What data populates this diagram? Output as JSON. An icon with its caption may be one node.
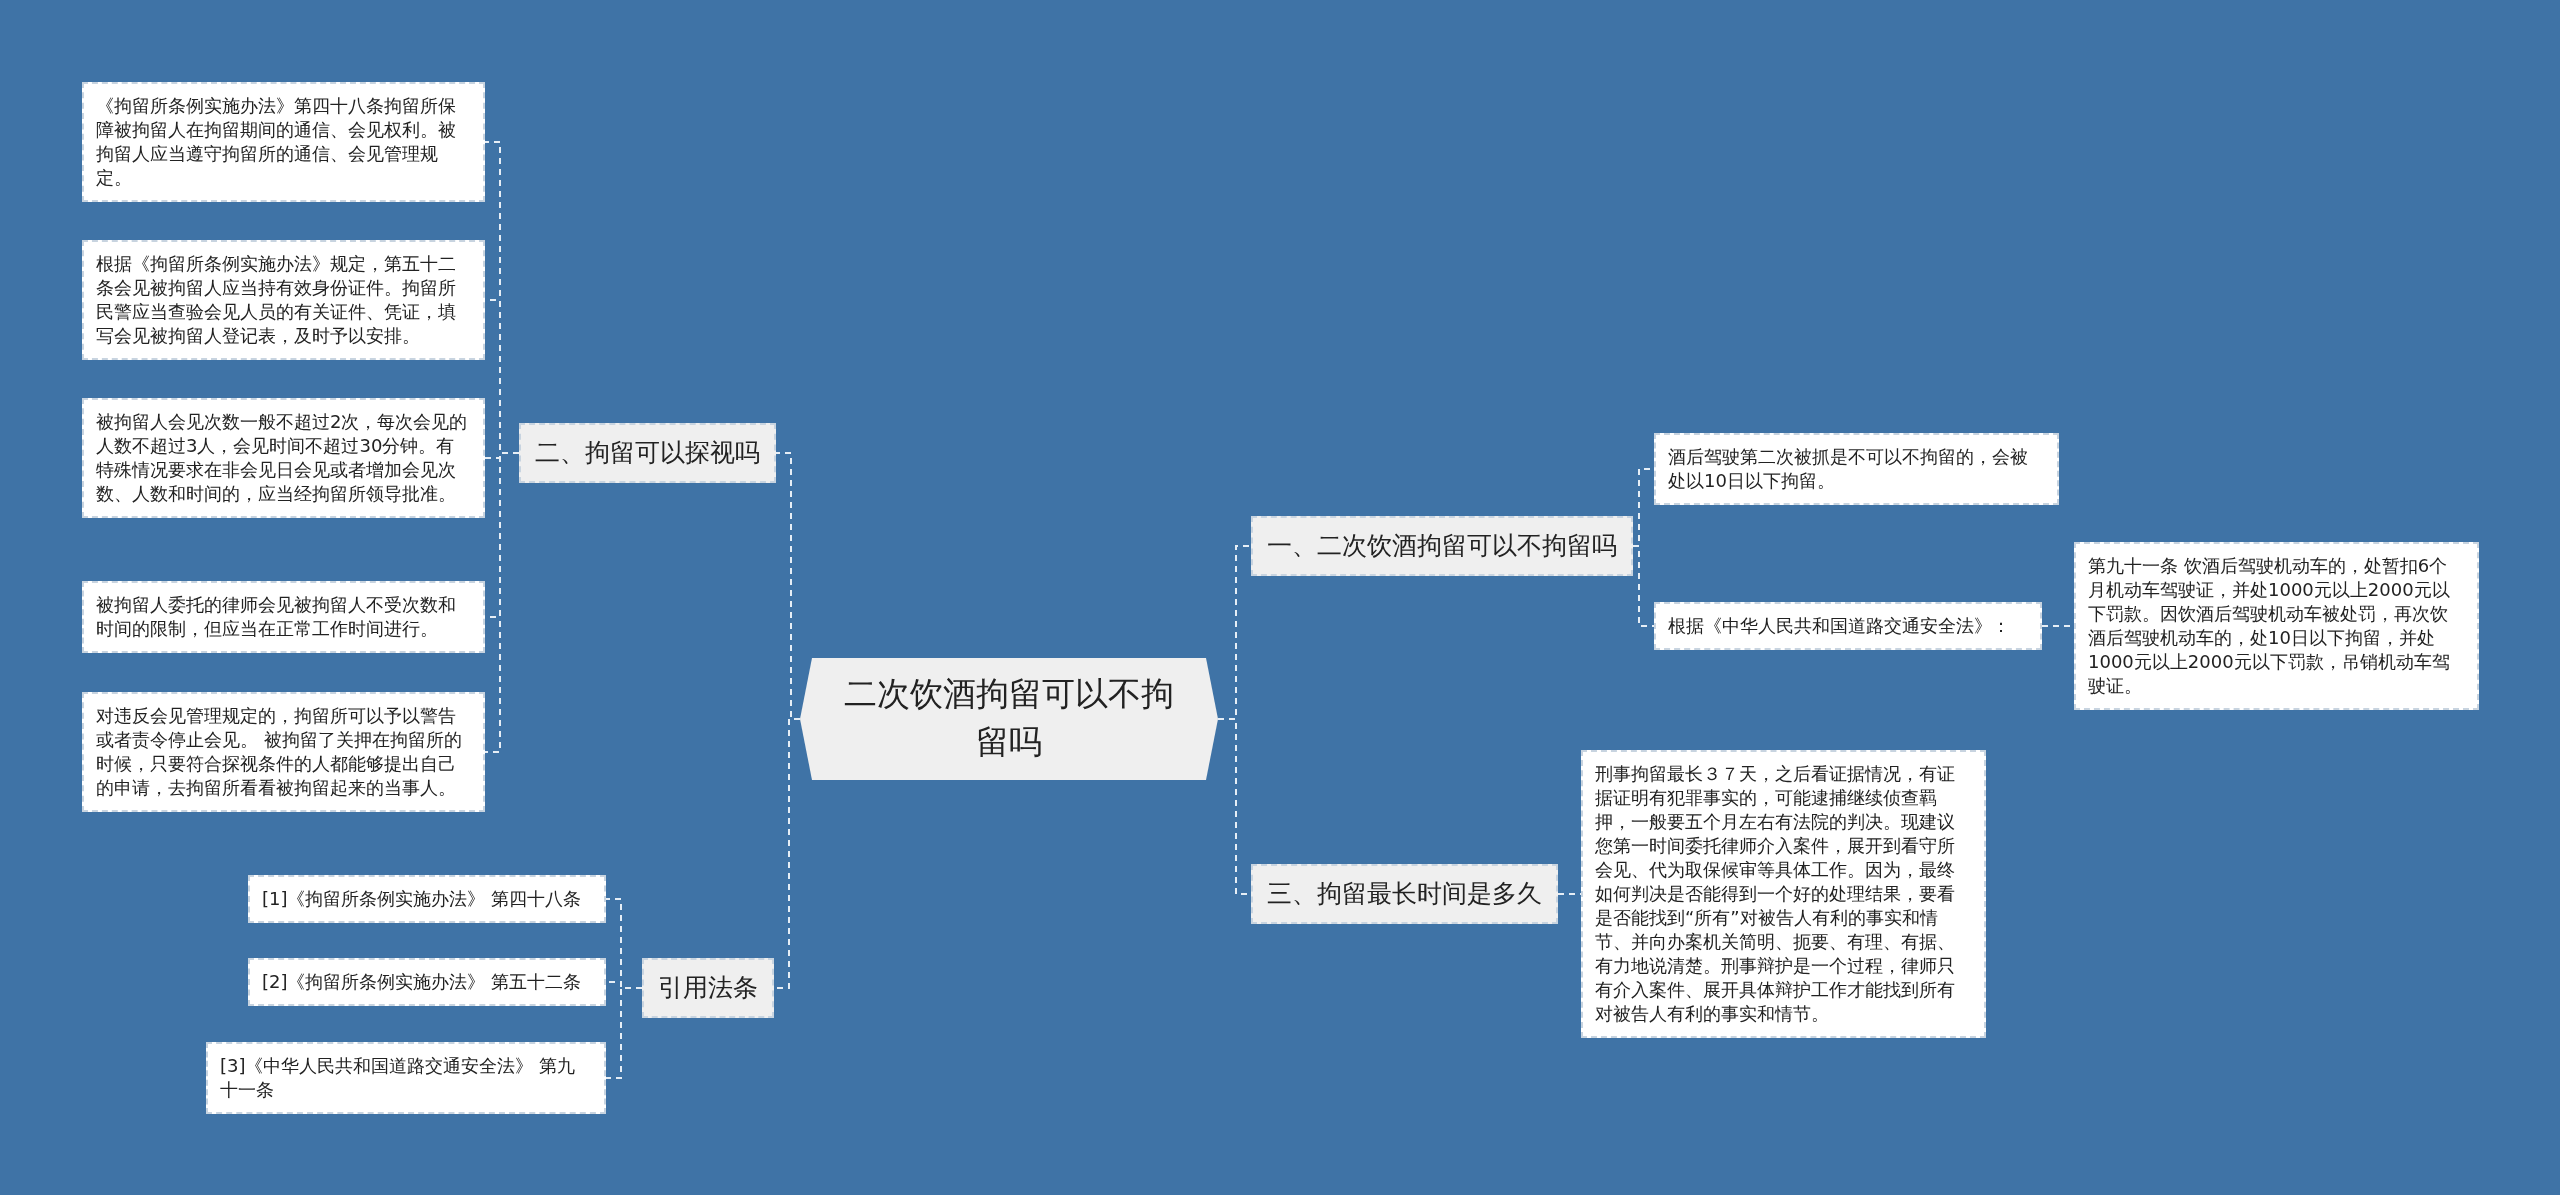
{
  "diagram": {
    "nodes": [
      {
        "text": [
          "二次饮酒拘留可以不拘留吗"
        ]
      },
      {
        "text": [
          "一、二次饮酒拘留可以不拘留吗"
        ]
      },
      {
        "text": [
          "酒后驾驶第二次被抓是不可以不拘留的，会被处以10日以下拘留。"
        ]
      },
      {
        "text": [
          "根据《中华人民共和国道路交通安全法》："
        ]
      },
      {
        "text": [
          "第九十一条 饮酒后驾驶机动车的，处暂扣6个月机动车驾驶证，并处1000元以上2000元以下罚款。因饮酒后驾驶机动车被处罚，再次饮酒后驾驶机动车的，处10日以下拘留，并处1000元以上2000元以下罚款，吊销机动车驾驶证。"
        ]
      },
      {
        "text": [
          "三、拘留最长时间是多久"
        ]
      },
      {
        "text": [
          "刑事拘留最长３７天，之后看证据情况，有证据证明有犯罪事实的，可能逮捕继续侦查羁押，一般要五个月左右有法院的判决。现建议您第一时间委托律师介入案件，展开到看守所会见、代为取保候审等具体工作。因为，最终如何判决是否能得到一个好的处理结果，要看是否能找到“所有”对被告人有利的事实和情节、并向办案机关简明、扼要、有理、有据、有力地说清楚。刑事辩护是一个过程，律师只有介入案件、展开具体辩护工作才能找到所有对被告人有利的事实和情节。"
        ]
      },
      {
        "text": [
          "二、拘留可以探视吗"
        ]
      },
      {
        "text": [
          "《拘留所条例实施办法》第四十八条拘留所保障被拘留人在拘留期间的通信、会见权利。被拘留人应当遵守拘留所的通信、会见管理规定。"
        ]
      },
      {
        "text": [
          "根据《拘留所条例实施办法》规定，第五十二条会见被拘留人应当持有效身份证件。拘留所民警应当查验会见人员的有关证件、凭证，填写会见被拘留人登记表，及时予以安排。"
        ]
      },
      {
        "text": [
          "被拘留人会见次数一般不超过2次，每次会见的人数不超过3人，会见时间不超过30分钟。有特殊情况要求在非会见日会见或者增加会见次数、人数和时间的，应当经拘留所领导批准。"
        ]
      },
      {
        "text": [
          "被拘留人委托的律师会见被拘留人不受次数和时间的限制，但应当在正常工作时间进行。"
        ]
      },
      {
        "text": [
          "对违反会见管理规定的，拘留所可以予以警告或者责令停止会见。  被拘留了关押在拘留所的时候，只要符合探视条件的人都能够提出自己的申请，去拘留所看看被拘留起来的当事人。"
        ]
      },
      {
        "text": [
          "引用法条"
        ]
      },
      {
        "text": [
          "[1]《拘留所条例实施办法》 第四十八条"
        ]
      },
      {
        "text": [
          "[2]《拘留所条例实施办法》 第五十二条"
        ]
      },
      {
        "text": [
          "[3]《中华人民共和国道路交通安全法》 第九十一条"
        ]
      }
    ],
    "edges": [
      {
        "from": 0,
        "to": 1,
        "arrow": "none"
      },
      {
        "from": 1,
        "to": 2,
        "arrow": "none"
      },
      {
        "from": 1,
        "to": 3,
        "arrow": "none"
      },
      {
        "from": 3,
        "to": 4,
        "arrow": "none"
      },
      {
        "from": 0,
        "to": 5,
        "arrow": "none"
      },
      {
        "from": 5,
        "to": 6,
        "arrow": "none"
      },
      {
        "from": 0,
        "to": 7,
        "arrow": "none"
      },
      {
        "from": 7,
        "to": 8,
        "arrow": "none"
      },
      {
        "from": 7,
        "to": 9,
        "arrow": "none"
      },
      {
        "from": 7,
        "to": 10,
        "arrow": "none"
      },
      {
        "from": 7,
        "to": 11,
        "arrow": "none"
      },
      {
        "from": 7,
        "to": 12,
        "arrow": "none"
      },
      {
        "from": 0,
        "to": 13,
        "arrow": "none"
      },
      {
        "from": 13,
        "to": 14,
        "arrow": "none"
      },
      {
        "from": 13,
        "to": 15,
        "arrow": "none"
      },
      {
        "from": 13,
        "to": 16,
        "arrow": "none"
      }
    ]
  }
}
